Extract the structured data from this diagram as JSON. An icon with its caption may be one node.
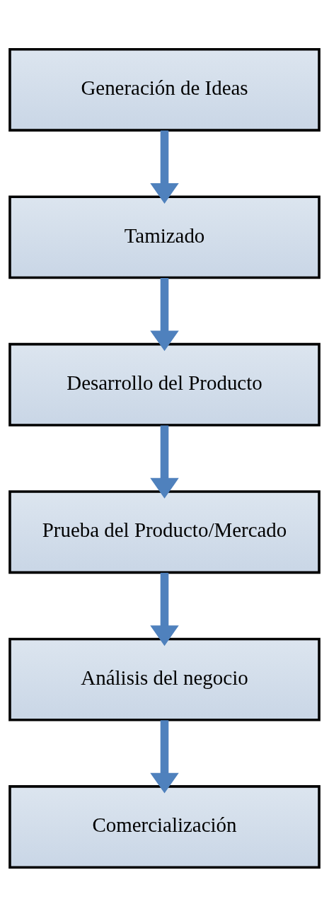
{
  "diagram": {
    "nodes": [
      {
        "text": [
          "Generación de Ideas"
        ]
      },
      {
        "text": [
          "Tamizado"
        ]
      },
      {
        "text": [
          "Desarrollo del Producto"
        ]
      },
      {
        "text": [
          "Prueba del Producto/Mercado"
        ]
      },
      {
        "text": [
          "Análisis del negocio"
        ]
      },
      {
        "text": [
          "Comercialización"
        ]
      }
    ],
    "edges": [
      {
        "from": 0,
        "to": 1,
        "arrow": "to"
      },
      {
        "from": 1,
        "to": 2,
        "arrow": "to"
      },
      {
        "from": 2,
        "to": 3,
        "arrow": "to"
      },
      {
        "from": 3,
        "to": 4,
        "arrow": "to"
      },
      {
        "from": 4,
        "to": 5,
        "arrow": "to"
      }
    ]
  }
}
